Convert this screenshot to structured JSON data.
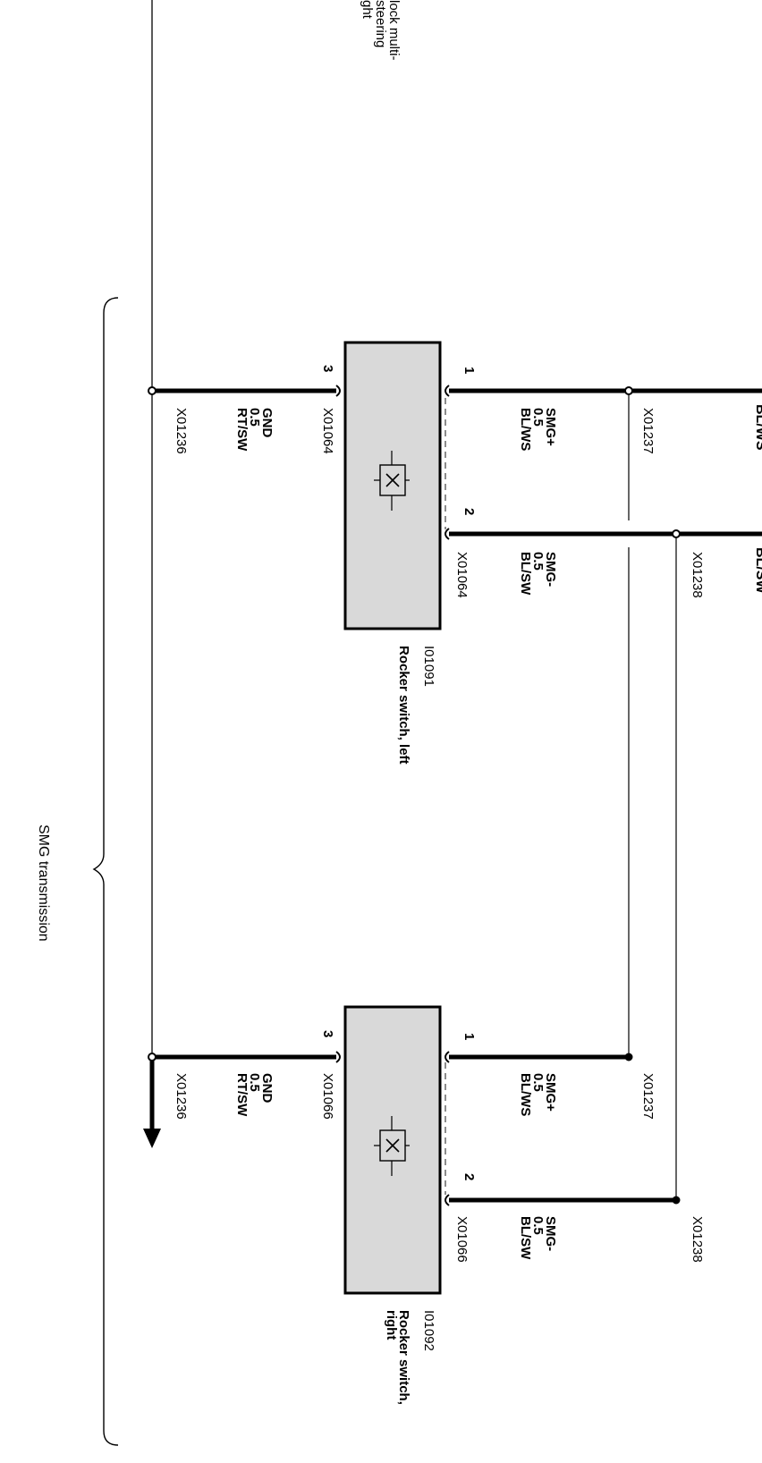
{
  "top_label": [
    "lock multi-",
    "steering",
    "ght"
  ],
  "group_label": "SMG transmission",
  "colors": {
    "wire": "#000000",
    "component_fill": "#d9d9d9",
    "dashed": "#8c8c8c"
  },
  "cut_wire_labels": {
    "upper": "BL/WS",
    "lower": "BL/SW"
  },
  "splice_labels": {
    "plus": "X01237",
    "minus": "X01238",
    "ground": "X01236"
  },
  "components": [
    {
      "id": "I01091",
      "name": [
        "Rocker switch, left"
      ],
      "connector_pin3": "X01064",
      "connector_pin2": "X01064",
      "pins": {
        "p1": "1",
        "p2": "2",
        "p3": "3"
      },
      "wire_plus": [
        "SMG+",
        "0.5",
        "BL/WS"
      ],
      "wire_minus": [
        "SMG-",
        "0.5",
        "BL/SW"
      ],
      "wire_gnd": [
        "GND",
        "0.5",
        "RT/SW"
      ]
    },
    {
      "id": "I01092",
      "name": [
        "Rocker switch,",
        "right"
      ],
      "connector_pin3": "X01066",
      "connector_pin2": "X01066",
      "pins": {
        "p1": "1",
        "p2": "2",
        "p3": "3"
      },
      "wire_plus": [
        "SMG+",
        "0.5",
        "BL/WS"
      ],
      "wire_minus": [
        "SMG-",
        "0.5",
        "BL/SW"
      ],
      "wire_gnd": [
        "GND",
        "0.5",
        "RT/SW"
      ]
    }
  ]
}
